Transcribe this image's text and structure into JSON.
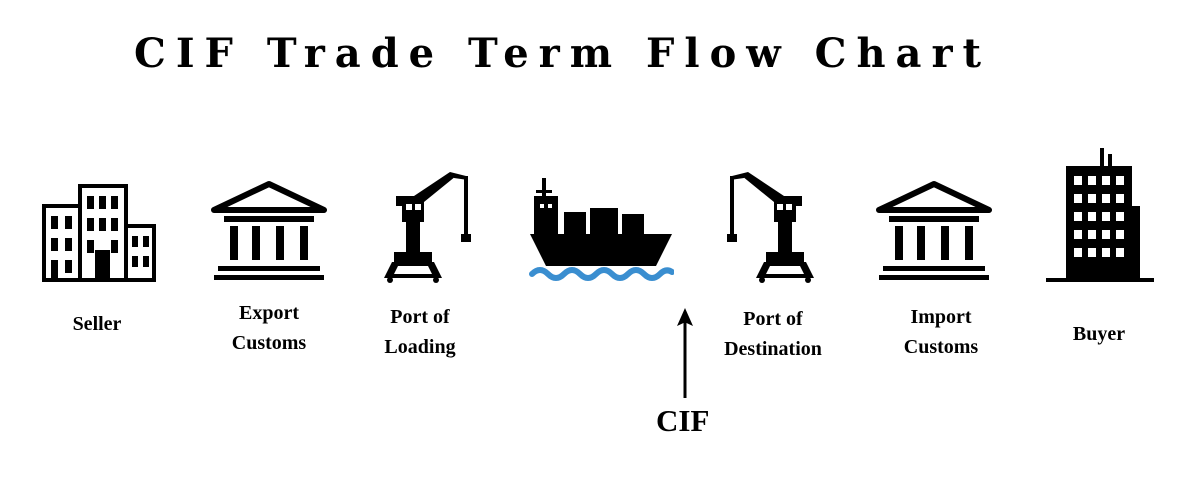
{
  "title": "CIF Trade Term Flow Chart",
  "stages": [
    {
      "id": "seller",
      "label": "Seller",
      "icon": "office-building-icon"
    },
    {
      "id": "export-customs",
      "label": "Export\nCustoms",
      "icon": "customs-building-icon"
    },
    {
      "id": "port-of-loading",
      "label": "Port of\nLoading",
      "icon": "harbor-crane-icon"
    },
    {
      "id": "ship",
      "label": "",
      "icon": "cargo-ship-icon"
    },
    {
      "id": "port-of-destination",
      "label": "Port of\nDestination",
      "icon": "harbor-crane-icon"
    },
    {
      "id": "import-customs",
      "label": "Import\nCustoms",
      "icon": "customs-building-icon"
    },
    {
      "id": "buyer",
      "label": "Buyer",
      "icon": "skyscraper-icon"
    }
  ],
  "transfer_point": {
    "label": "CIF",
    "icon": "arrow-up-icon"
  },
  "colors": {
    "ink": "#000000",
    "water": "#3a8ed0"
  }
}
